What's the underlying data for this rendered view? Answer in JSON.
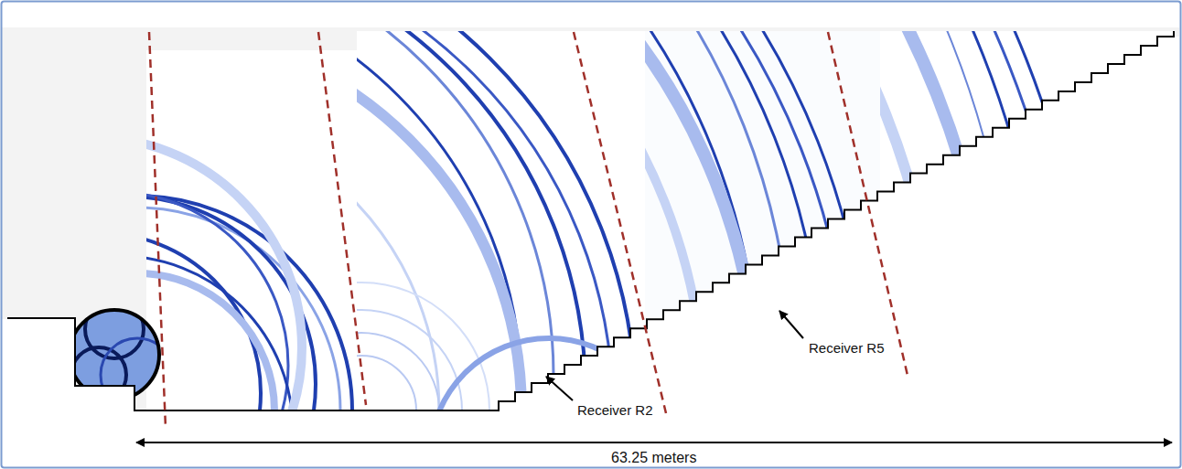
{
  "diagram": {
    "labels": [
      "Receiver R2",
      "Receiver R5",
      "63.25 meters"
    ]
  }
}
